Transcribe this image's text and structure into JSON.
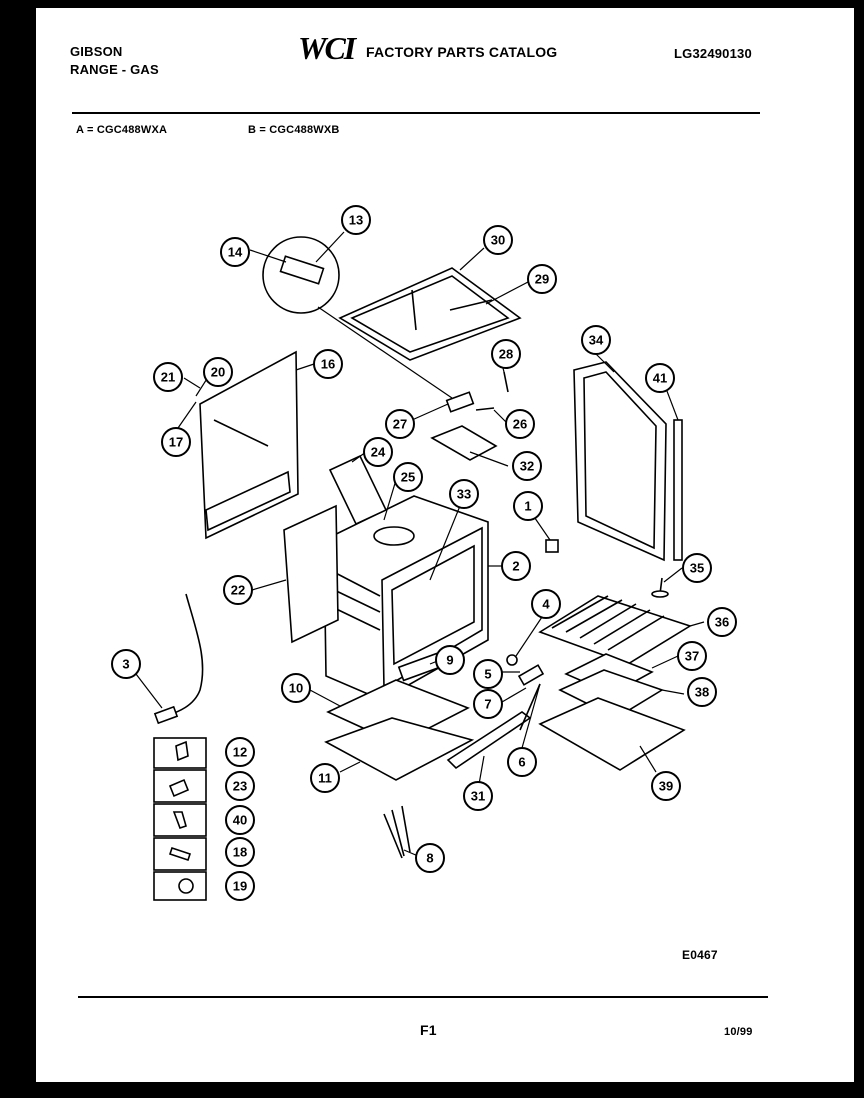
{
  "header": {
    "brand": "GIBSON",
    "product": "RANGE - GAS",
    "logo_text": "WCI",
    "catalog_title": "FACTORY PARTS CATALOG",
    "catalog_number": "LG32490130"
  },
  "models": {
    "a": "A = CGC488WXA",
    "b": "B = CGC488WXB"
  },
  "diagram": {
    "callouts": [
      "1",
      "2",
      "3",
      "4",
      "5",
      "6",
      "7",
      "8",
      "9",
      "10",
      "11",
      "12",
      "13",
      "14",
      "16",
      "17",
      "18",
      "19",
      "20",
      "21",
      "22",
      "23",
      "24",
      "25",
      "26",
      "27",
      "28",
      "29",
      "30",
      "31",
      "32",
      "33",
      "34",
      "35",
      "36",
      "37",
      "38",
      "39",
      "40",
      "41"
    ]
  },
  "footer": {
    "drawing_code": "E0467",
    "page": "F1",
    "date": "10/99"
  }
}
